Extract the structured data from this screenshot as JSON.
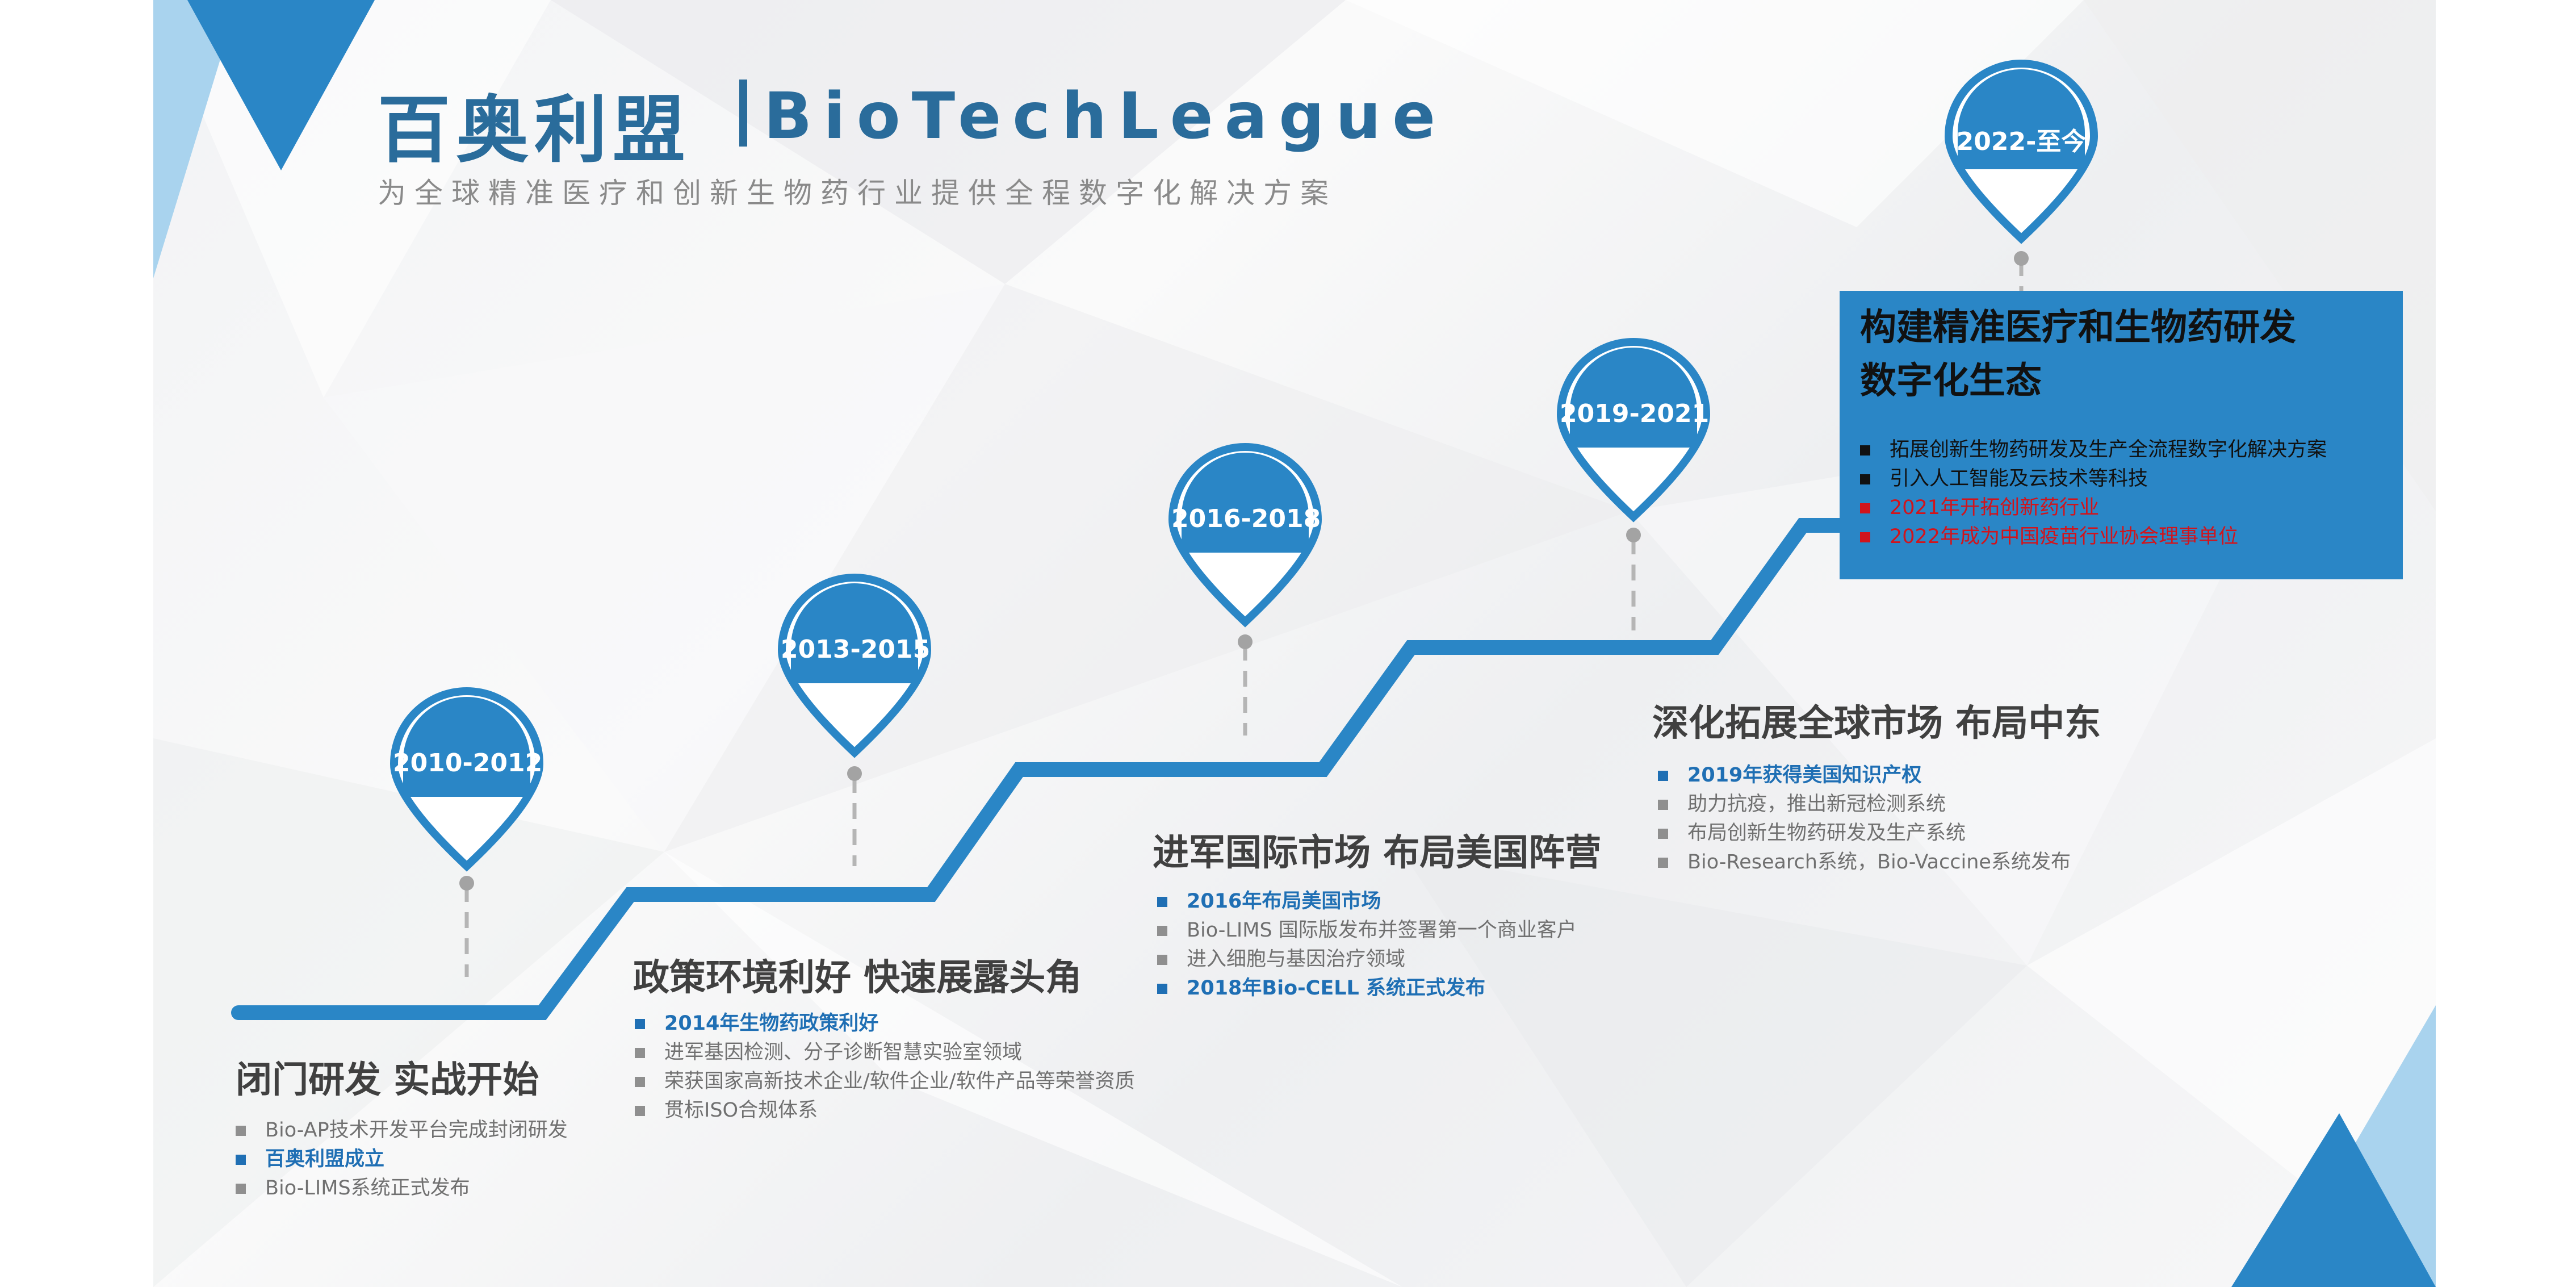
{
  "brand": {
    "name_cn": "百奥利盟",
    "name_en": "BioTechLeague",
    "tagline": "为全球精准医疗和创新生物药行业提供全程数字化解决方案"
  },
  "colors": {
    "accent": "#2a86c6",
    "brand_text": "#2a6c9b",
    "highlight_text": "#1f6fb4",
    "red_text": "#d1141c"
  },
  "stages": [
    {
      "period": "2010-2012",
      "title": "闭门研发  实战开始",
      "items": [
        {
          "text": "Bio-AP技术开发平台完成封闭研发",
          "highlight": false
        },
        {
          "text": "百奥利盟成立",
          "highlight": true
        },
        {
          "text": "Bio-LIMS系统正式发布",
          "highlight": false
        }
      ]
    },
    {
      "period": "2013-2015",
      "title": "政策环境利好  快速展露头角",
      "items": [
        {
          "text": "2014年生物药政策利好",
          "highlight": true
        },
        {
          "text": "进军基因检测、分子诊断智慧实验室领域",
          "highlight": false
        },
        {
          "text": "荣获国家高新技术企业/软件企业/软件产品等荣誉资质",
          "highlight": false
        },
        {
          "text": "贯标ISO合规体系",
          "highlight": false
        }
      ]
    },
    {
      "period": "2016-2018",
      "title": "进军国际市场  布局美国阵营",
      "items": [
        {
          "text": "2016年布局美国市场",
          "highlight": true
        },
        {
          "text": "Bio-LIMS 国际版发布并签署第一个商业客户",
          "highlight": false
        },
        {
          "text": "进入细胞与基因治疗领域",
          "highlight": false
        },
        {
          "text": "2018年Bio-CELL 系统正式发布",
          "highlight": true
        }
      ]
    },
    {
      "period": "2019-2021",
      "title": "深化拓展全球市场  布局中东",
      "items": [
        {
          "text": "2019年获得美国知识产权",
          "highlight": true
        },
        {
          "text": "助力抗疫，推出新冠检测系统",
          "highlight": false
        },
        {
          "text": "布局创新生物药研发及生产系统",
          "highlight": false
        },
        {
          "text": "Bio-Research系统，Bio-Vaccine系统发布",
          "highlight": false
        }
      ]
    },
    {
      "period": "2022-至今",
      "title_lines": [
        "构建精准医疗和生物药研发",
        "数字化生态"
      ],
      "items": [
        {
          "text": "拓展创新生物药研发及生产全流程数字化解决方案",
          "red": false
        },
        {
          "text": "引入人工智能及云技术等科技",
          "red": false
        },
        {
          "text": "2021年开拓创新药行业",
          "red": true
        },
        {
          "text": "2022年成为中国疫苗行业协会理事单位",
          "red": true
        }
      ]
    }
  ]
}
